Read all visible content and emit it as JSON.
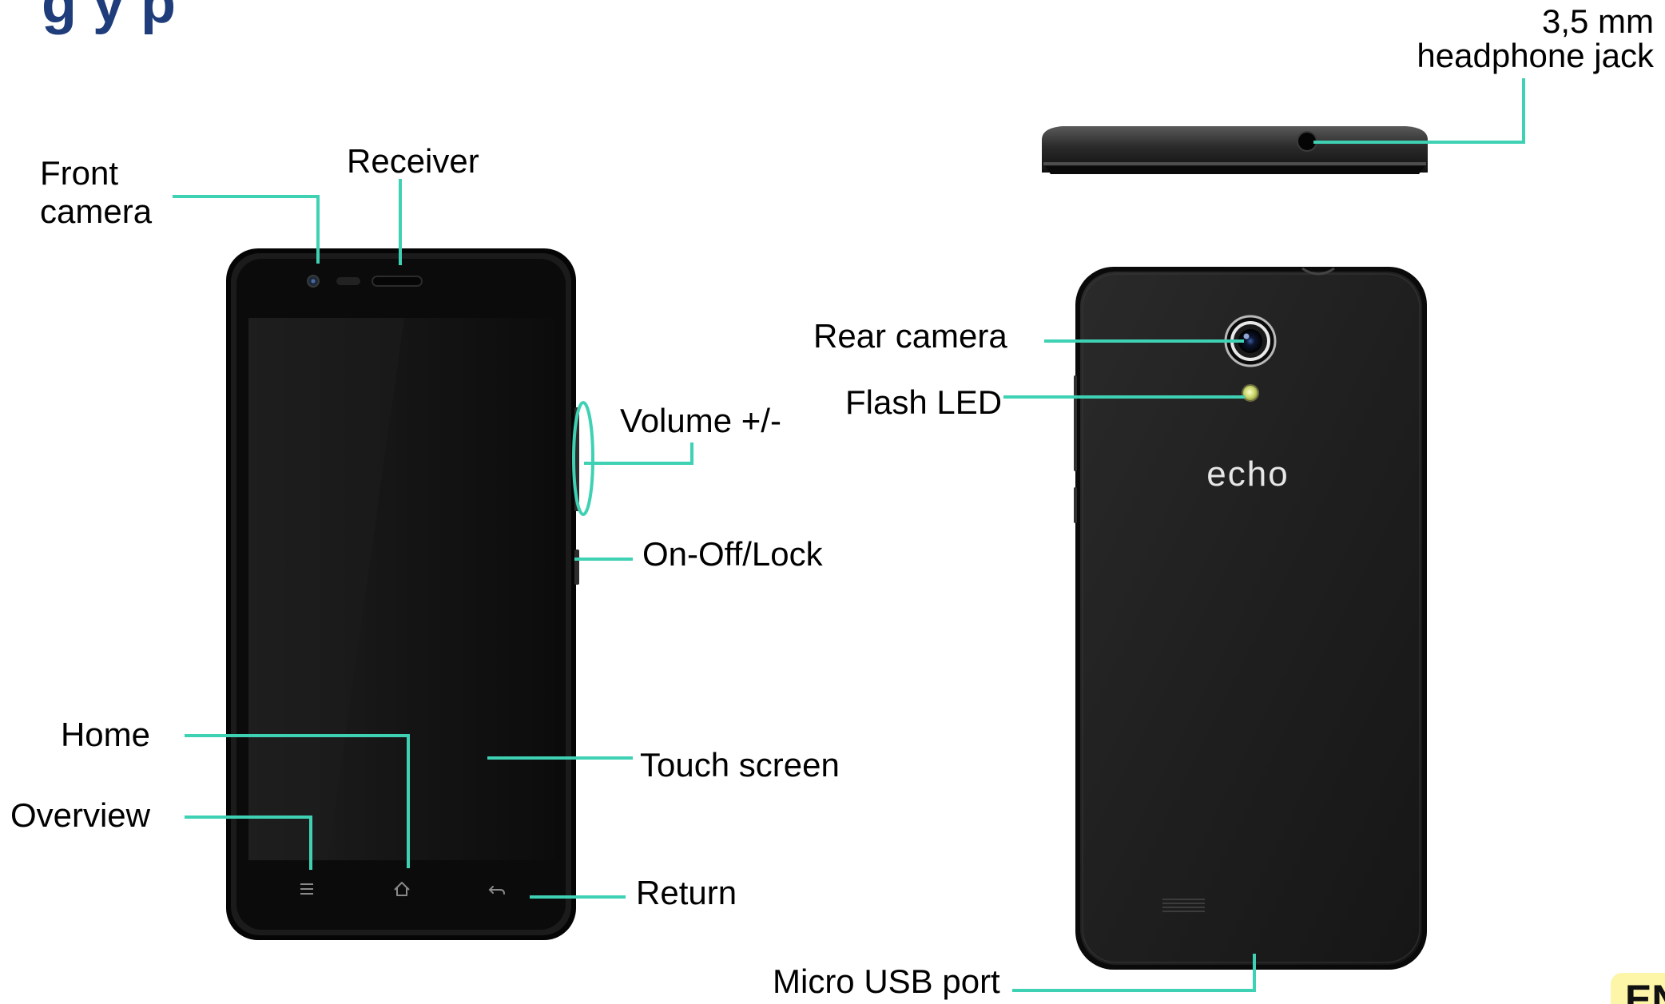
{
  "header": {
    "title_partial": "g       y   p"
  },
  "labels": {
    "front_camera": [
      "Front",
      "camera"
    ],
    "receiver": "Receiver",
    "volume": "Volume +/-",
    "on_off_lock": "On-Off/Lock",
    "home": "Home",
    "overview": "Overview",
    "touch_screen": "Touch  screen",
    "return": "Return",
    "headphone_jack": [
      "3,5 mm",
      "headphone jack"
    ],
    "rear_camera": "Rear  camera",
    "flash_led": "Flash LED",
    "micro_usb": "Micro  USB port"
  },
  "brand": {
    "logo_text": "echo"
  },
  "badge": {
    "text": "EN"
  },
  "colors": {
    "leader_line": "#3fd1b4",
    "title": "#1f3d7a",
    "phone_body": "#1b1b1b",
    "screen": "#121212",
    "badge_bg": "#fdf6a8"
  },
  "icons": {
    "nav_overview": "overview-icon",
    "nav_home": "home-icon",
    "nav_return": "return-icon"
  }
}
